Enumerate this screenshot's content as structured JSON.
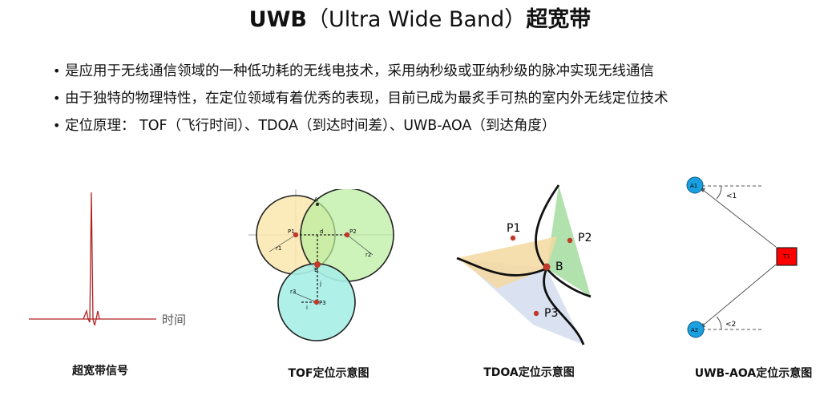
{
  "title": {
    "prefix": "UWB",
    "middle": "（Ultra Wide Band）",
    "chinese": "超宽带"
  },
  "bullets": [
    "是应用于无线通信领域的一种低功耗的无线电技术，采用纳秒级或亚纳秒级的脉冲实现无线通信",
    "由于独特的物理特性，在定位领域有着优秀的表现，目前已成为最炙手可热的室内外无线定位技术",
    "定位原理： TOF（飞行时间）、TDOA（到达时间差）、UWB-AOA（到达角度）"
  ],
  "bullet_symbol": "•",
  "signal": {
    "axis_label": "时间",
    "caption": "超宽带信号",
    "color": "#b22222"
  },
  "tof": {
    "caption": "TOF定位示意图",
    "labels": {
      "A": "A",
      "P1": "P1",
      "P2": "P2",
      "P3": "P3",
      "d": "d",
      "r1": "r1",
      "r2": "r2",
      "r3": "r3",
      "i": "i",
      "j": "j",
      "B": "B"
    },
    "colors": {
      "c1": "#fbe7ae",
      "c2": "#b8ee9c",
      "c3": "#a6eee6",
      "point": "#c0392b"
    }
  },
  "tdoa": {
    "caption": "TDOA定位示意图",
    "labels": {
      "P1": "P1",
      "P2": "P2",
      "P3": "P3",
      "B": "B"
    },
    "colors": {
      "green": "#a9dea4",
      "orange": "#f5d9a0",
      "blue": "#d6dff0",
      "point": "#c0392b"
    }
  },
  "aoa": {
    "caption": "UWB-AOA定位示意图",
    "labels": {
      "A1": "A1",
      "A2": "A2",
      "T1": "T1",
      "angle1": "<1",
      "angle2": "<2"
    },
    "colors": {
      "anchor": "#1aa0e0",
      "tag": "#ff0000"
    }
  }
}
